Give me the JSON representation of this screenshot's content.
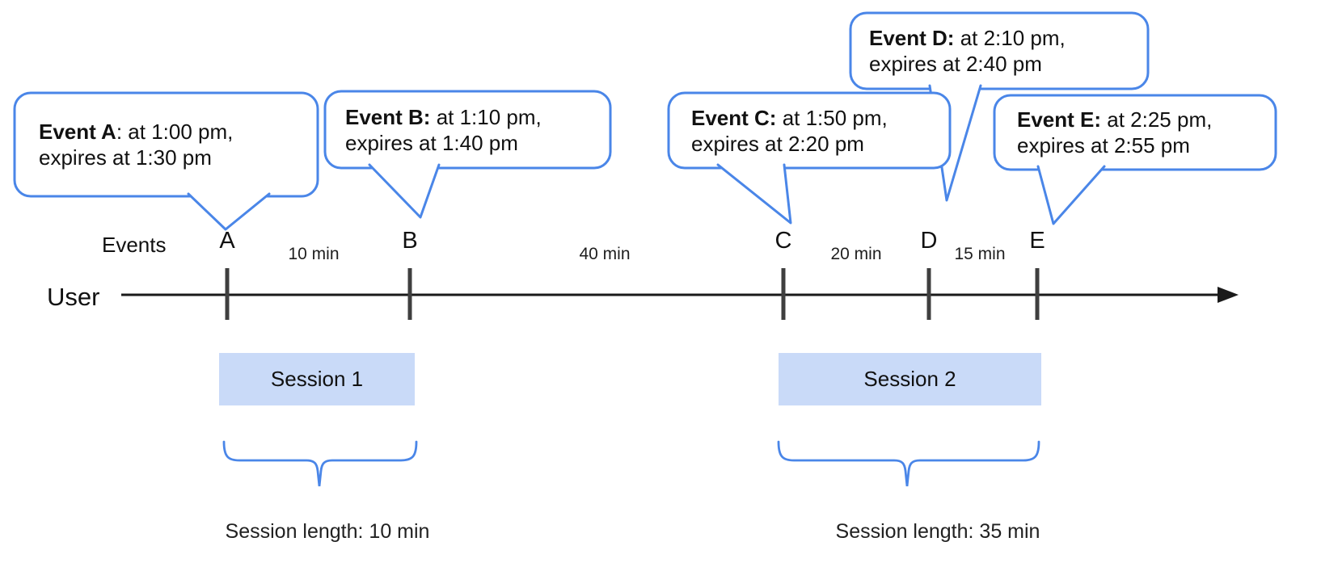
{
  "colors": {
    "accent_blue": "#4a86e8",
    "session_fill": "#c9daf8",
    "tick": "#3f3f3f",
    "line": "#1a1a1a"
  },
  "axis": {
    "events_label": "Events",
    "user_label": "User"
  },
  "events": [
    {
      "letter": "A",
      "title": "Event A",
      "line1": ": at 1:00 pm,",
      "line2": "expires at 1:30 pm"
    },
    {
      "letter": "B",
      "title": "Event B:",
      "line1": " at 1:10 pm,",
      "line2": "expires at 1:40 pm"
    },
    {
      "letter": "C",
      "title": "Event C:",
      "line1": " at 1:50 pm,",
      "line2": "expires at 2:20 pm"
    },
    {
      "letter": "D",
      "title": "Event D:",
      "line1": " at 2:10 pm,",
      "line2": "expires at 2:40 pm"
    },
    {
      "letter": "E",
      "title": "Event E:",
      "line1": " at 2:25 pm,",
      "line2": "expires at 2:55 pm"
    }
  ],
  "gaps": [
    {
      "label": "10 min"
    },
    {
      "label": "40 min"
    },
    {
      "label": "20 min"
    },
    {
      "label": "15 min"
    }
  ],
  "sessions": [
    {
      "label": "Session 1",
      "length_label": "Session length: 10 min"
    },
    {
      "label": "Session 2",
      "length_label": "Session length: 35 min"
    }
  ]
}
